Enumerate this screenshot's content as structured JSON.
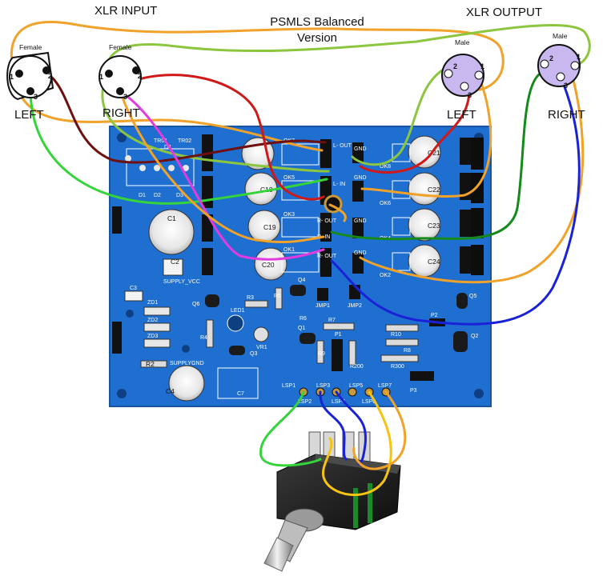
{
  "labels": {
    "xlr_input": "XLR  INPUT",
    "xlr_output": "XLR  OUTPUT",
    "title_line1": "PSMLS Balanced",
    "title_line2": "Version",
    "left_in": "LEFT",
    "right_in": "RIGHT",
    "left_out": "LEFT",
    "right_out": "RIGHT"
  },
  "connectors": {
    "female": "Female",
    "male": "Male",
    "pin1": "1",
    "pin2": "2",
    "pin3": "3"
  },
  "pcb_silk": {
    "supply_vcc": "SUPPLY_VCC",
    "supply_gnd": "SUPPLYGND",
    "c1": "C1",
    "c2": "C2",
    "c3": "C3",
    "c4": "C4",
    "c7": "C7",
    "c18": "C18",
    "c19": "C19",
    "c20": "C20",
    "c21": "C21",
    "c22": "C22",
    "c23": "C23",
    "c24": "C24",
    "led1": "LED1",
    "q1": "Q1",
    "q2": "Q2",
    "q3": "Q3",
    "q4": "Q4",
    "q5": "Q5",
    "q6": "Q6",
    "vr1": "VR1",
    "jmp1": "JMP1",
    "jmp2": "JMP2",
    "p1": "P1",
    "p2": "P2",
    "p3": "P3",
    "r2": "R2",
    "r3": "R3",
    "r4": "R4",
    "r5": "R5",
    "r6": "R6",
    "r7": "R7",
    "r8": "R8",
    "r9": "R9",
    "r10": "R10",
    "r200": "R200",
    "r300": "R300",
    "zd1": "ZD1",
    "zd2": "ZD2",
    "zd3": "ZD3",
    "tr01": "TR01",
    "tr02": "TR02",
    "d1": "D1",
    "d2": "D2",
    "d3": "D3",
    "d4": "D4",
    "ok1": "OK1",
    "ok2": "OK2",
    "ok3": "OK3",
    "ok4": "OK4",
    "ok5": "OK5",
    "ok6": "OK6",
    "ok7": "OK7",
    "ok8": "OK8",
    "l_in": "L- IN",
    "l_out": "L- OUT",
    "r_in": "R- IN",
    "r_out": "R- OUT",
    "gnd": "GND",
    "lsp1": "LSP1",
    "lsp2": "LSP2",
    "lsp3": "LSP3",
    "lsp4": "LSP4",
    "lsp5": "LSP5",
    "lsp6": "LSP6",
    "lsp7": "LSP7"
  },
  "colors": {
    "pcb": "#1f6fd0",
    "pcb_dark": "#17559f",
    "wire_orange": "#f0a22a",
    "wire_lime": "#8cc63f",
    "wire_green": "#34d43a",
    "wire_red": "#d01818",
    "wire_darkred": "#6e1010",
    "wire_magenta": "#e23ce0",
    "wire_blue": "#1a22d8",
    "wire_darkgreen": "#138a1a",
    "wire_yellow": "#f6c40f",
    "xlr_male_fill": "#c9b8f0"
  }
}
